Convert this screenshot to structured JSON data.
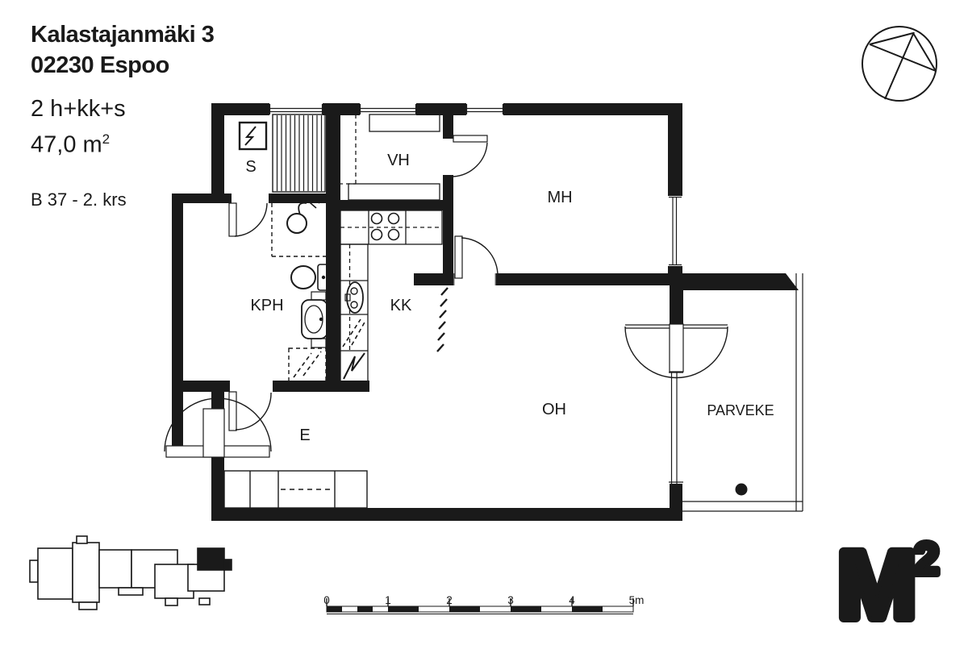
{
  "header": {
    "building": "Kalastajanmäki 3",
    "city_line": "02230 Espoo",
    "layout": "2 h+kk+s",
    "area_value": "47,0 m",
    "area_sup": "2",
    "unit_info": "B 37 - 2. krs"
  },
  "rooms": {
    "sauna": "S",
    "storage": "VH",
    "bedroom": "MH",
    "bathroom": "KPH",
    "kitchenette": "KK",
    "living_room": "OH",
    "entry": "E",
    "balcony": "PARVEKE"
  },
  "scale_bar": {
    "ticks": [
      "0",
      "1",
      "2",
      "3",
      "4",
      "5m"
    ]
  },
  "logo": {
    "letter": "M",
    "sup": "2"
  },
  "colors": {
    "ink": "#1a1a1a",
    "background": "#ffffff"
  }
}
